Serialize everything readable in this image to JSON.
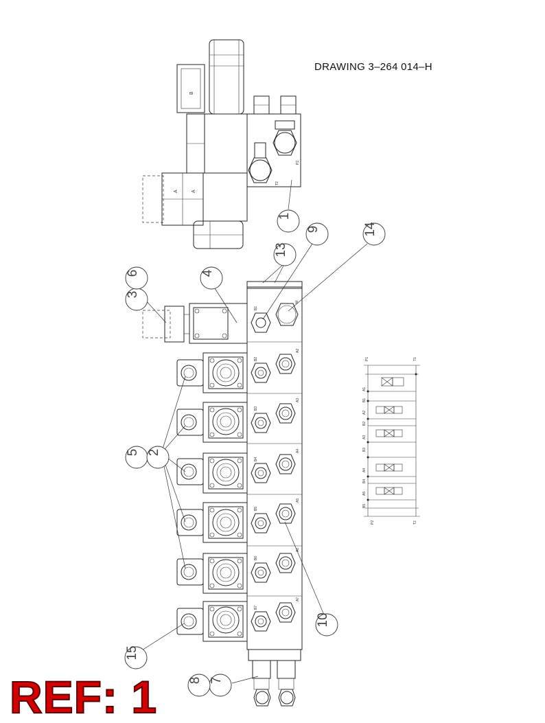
{
  "drawing": {
    "title": "DRAWING  3–264 014–H",
    "ref_label": "REF: 1"
  },
  "balloons": [
    "1",
    "9",
    "14",
    "13",
    "4",
    "3",
    "6",
    "5",
    "2",
    "10",
    "15",
    "7",
    "8"
  ],
  "section_labels": [
    [
      "B1",
      "M"
    ],
    [
      "B2",
      "A2"
    ],
    [
      "B3",
      "A3"
    ],
    [
      "B4",
      "A4"
    ],
    [
      "B5",
      "A5"
    ],
    [
      "B6",
      "A6"
    ],
    [
      "B7",
      "A7"
    ]
  ],
  "top_labels": {
    "solenoid_b": "B",
    "solenoid_a1": "A",
    "solenoid_a2": "A",
    "port_t2": "T2",
    "port_p2": "P2"
  },
  "schematic_labels": [
    "P1",
    "T1",
    "A1",
    "B1",
    "A2",
    "B2",
    "A3",
    "B3",
    "A4",
    "B4",
    "A5",
    "B5",
    "P2",
    "T2"
  ]
}
